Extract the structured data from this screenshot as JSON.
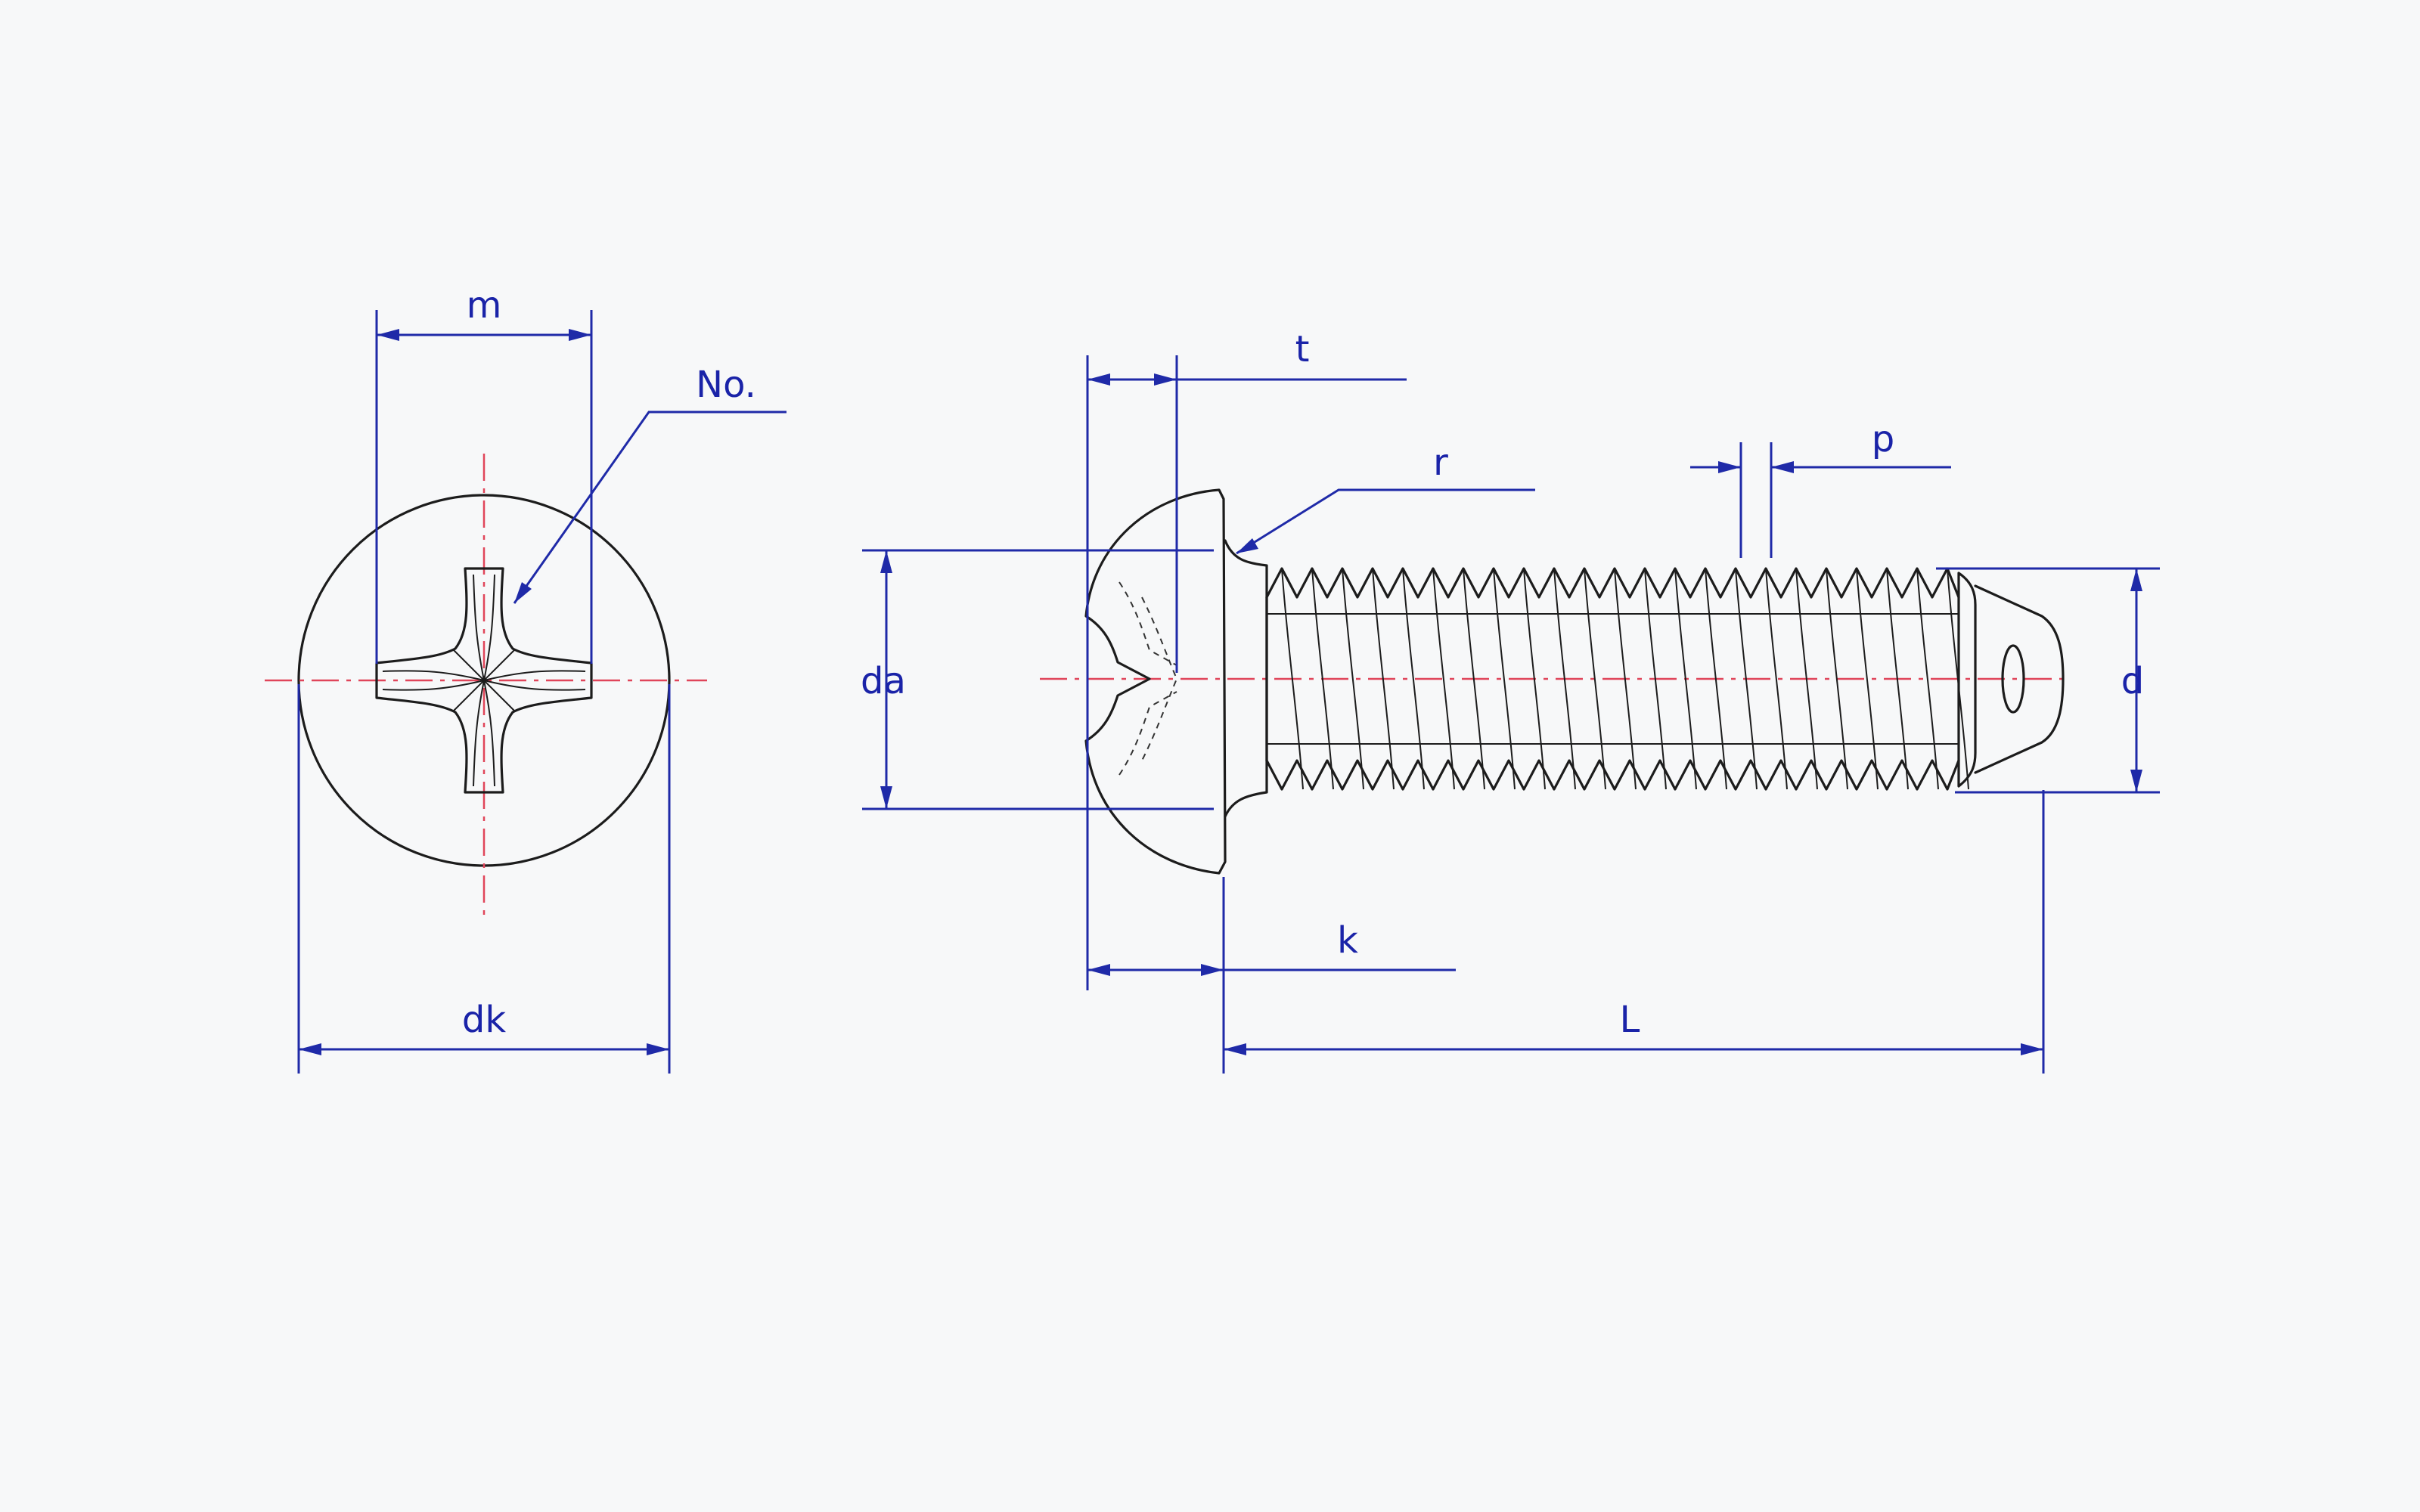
{
  "labels": {
    "m": "m",
    "no": "No.",
    "dk": "dk",
    "t": "t",
    "r": "r",
    "p": "p",
    "da": "da",
    "d": "d",
    "k": "k",
    "L": "L"
  },
  "colors": {
    "dimension": "#1f2aa8",
    "centerline": "#e0455a",
    "outline": "#1c1c1c",
    "background": "#f7f8f9"
  }
}
